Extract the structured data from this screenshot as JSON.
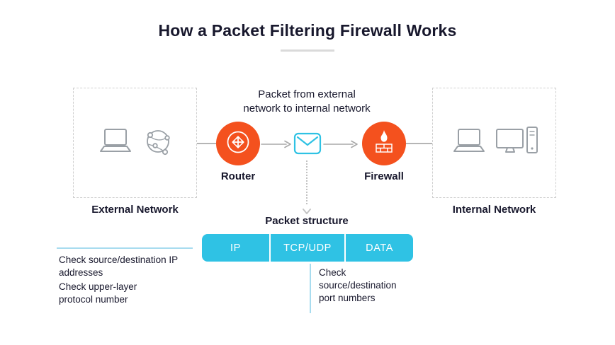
{
  "title": "How a Packet Filtering Firewall Works",
  "flow": {
    "caption": "Packet from external network to internal network",
    "router_label": "Router",
    "firewall_label": "Firewall"
  },
  "networks": {
    "external_label": "External Network",
    "internal_label": "Internal Network"
  },
  "packet_structure": {
    "title": "Packet structure",
    "segments": [
      "IP",
      "TCP/UDP",
      "DATA"
    ]
  },
  "annotations": {
    "ip_addresses": "Check source/destination IP addresses",
    "protocol": "Check upper-layer protocol number",
    "ports": "Check source/destination port numbers"
  },
  "colors": {
    "accent_orange": "#F4511E",
    "accent_cyan": "#2FC2E4",
    "text_dark": "#18182D",
    "icon_gray": "#9AA0A6",
    "connector_gray": "#B5B5B5",
    "annotation_line_blue": "#A8DCEF",
    "dashed_border_gray": "#CFCFCF"
  }
}
